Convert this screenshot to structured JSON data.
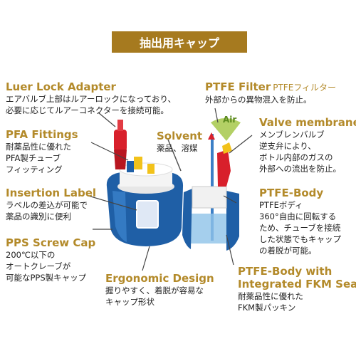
{
  "banner": "抽出用キャップ",
  "items": {
    "luer": {
      "title": "Luer Lock Adapter",
      "desc": [
        "エアバルブ上部はルアーロックになっており、",
        "必要に応じてルアーコネクターを接続可能。"
      ]
    },
    "pfa": {
      "title": "PFA Fittings",
      "desc": [
        "耐薬品性に優れた",
        "PFA製チューブ",
        "フィッティング"
      ]
    },
    "insertion": {
      "title": "Insertion Label",
      "desc": [
        "ラベルの差込が可能で",
        "薬品の識別に便利"
      ]
    },
    "pps": {
      "title": "PPS Screw Cap",
      "desc": [
        "200℃以下の",
        "オートクレーブが",
        "可能なPPS製キャップ"
      ]
    },
    "ergonomic": {
      "title": "Ergonomic Design",
      "desc": [
        "握りやすく、着脱が容易な",
        "キャップ形状"
      ]
    },
    "ptfe_filter": {
      "title": "PTFE Filter",
      "sub": "PTFEフィルター",
      "desc": [
        "外部からの異物混入を防止。"
      ]
    },
    "solvent": {
      "title": "Solvent",
      "desc": [
        "薬品、溶媒"
      ]
    },
    "valve": {
      "title": "Valve membrane",
      "sub": "メンブレンバルブ",
      "desc": [
        "逆支弁により、",
        "ボトル内部のガスの",
        "外部への流出を防止。"
      ]
    },
    "ptfe_body": {
      "title": "PTFE-Body",
      "sub": "PTFEボディ",
      "desc": [
        "360°自由に回転する",
        "ため、チューブを接続",
        "した状態でもキャップ",
        "の着脱が可能。"
      ]
    },
    "fkm": {
      "title": "PTFE-Body with",
      "title2": "Integrated FKM Seal",
      "desc": [
        "耐薬品性に優れた",
        "FKM製パッキン"
      ]
    }
  },
  "air_label": "Air",
  "colors": {
    "gold": "#b38a2a",
    "banner": "#a67a1f",
    "blue": "#1f5fa6",
    "red": "#d8202b",
    "yellow": "#f2c21a",
    "green": "#a6c84a"
  }
}
